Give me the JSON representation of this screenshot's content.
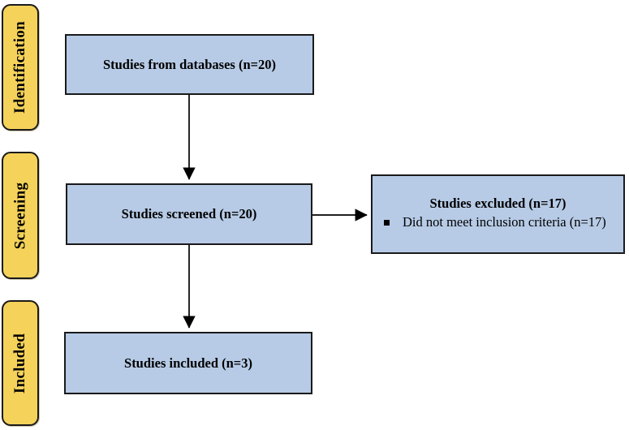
{
  "stages": [
    {
      "label": "Identification"
    },
    {
      "label": "Screening"
    },
    {
      "label": "Included"
    }
  ],
  "boxes": {
    "databases": {
      "label": "Studies from databases (n=20)"
    },
    "screened": {
      "label": "Studies screened (n=20)"
    },
    "excluded": {
      "title": "Studies excluded (n=17)",
      "items": [
        {
          "text": "Did not meet inclusion criteria (n=17)"
        }
      ]
    },
    "included": {
      "label": "Studies included (n=3)"
    }
  },
  "colors": {
    "stage_fill": "#F5D25A",
    "box_fill": "#B7CBE6",
    "border": "#1a1a1a",
    "arrow": "#000000",
    "background": "#ffffff"
  }
}
